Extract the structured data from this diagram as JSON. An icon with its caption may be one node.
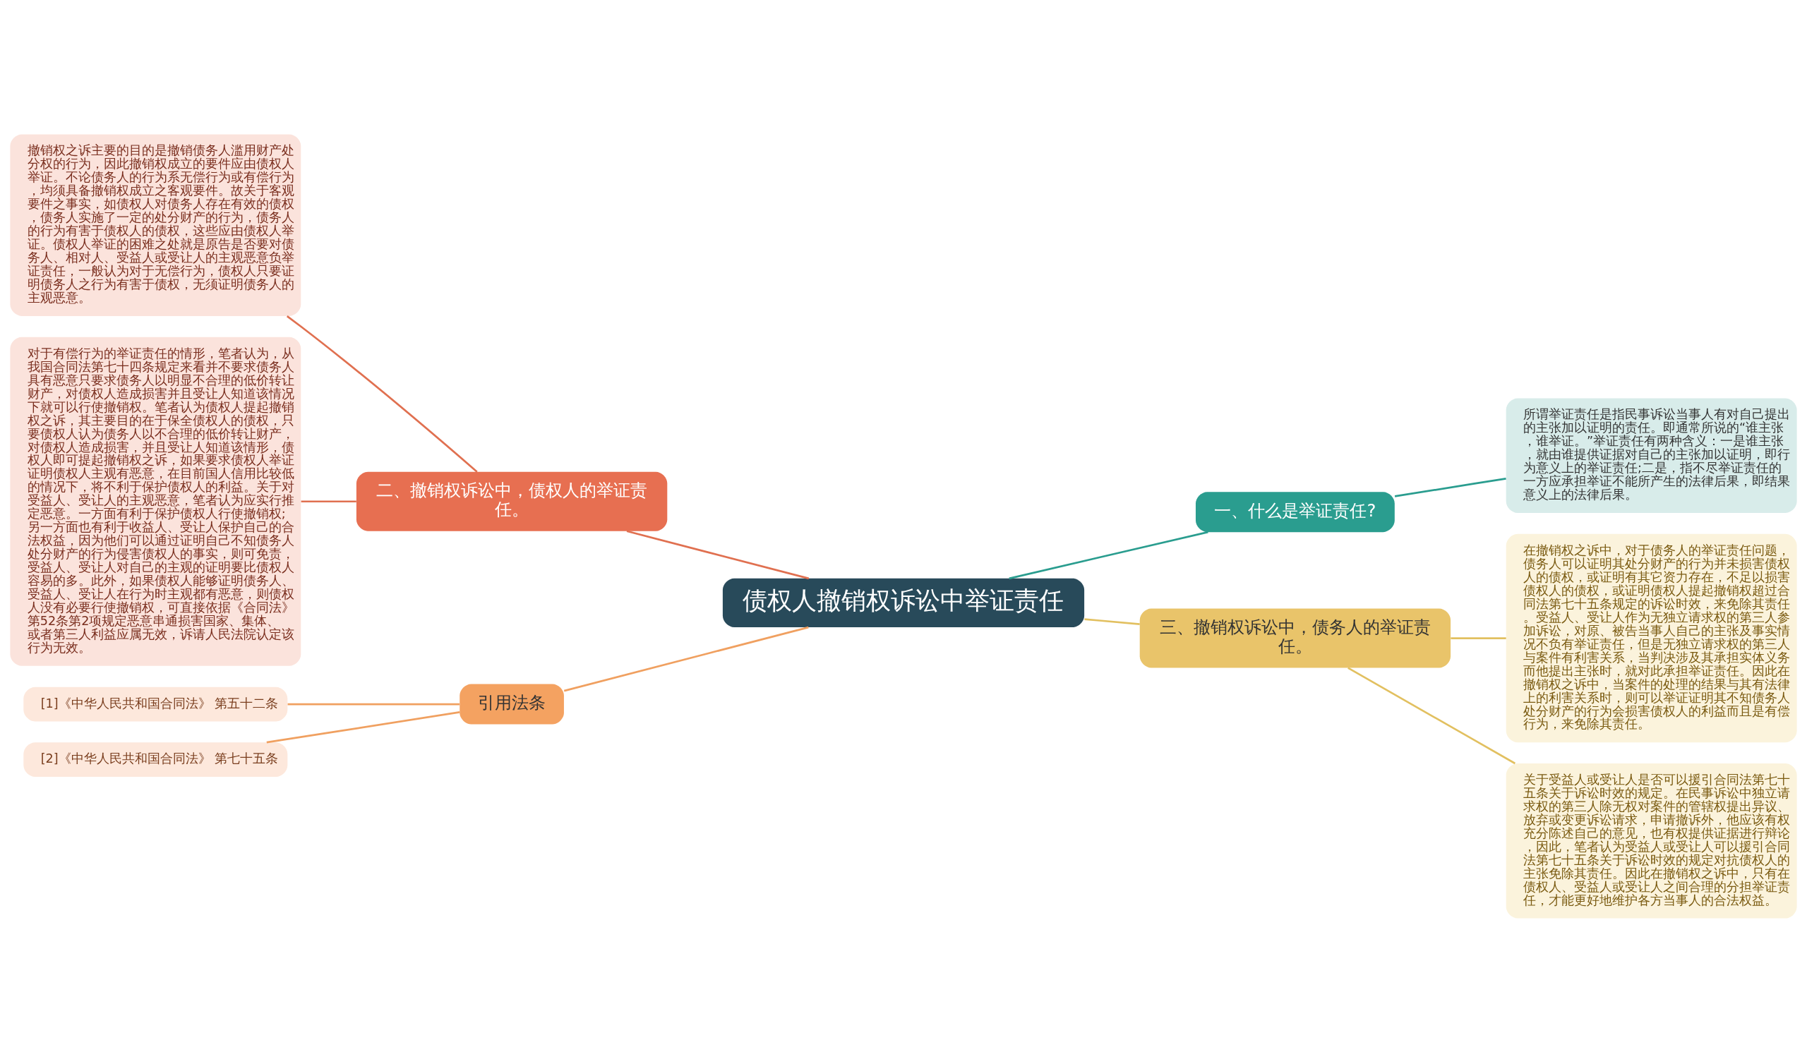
{
  "diagram": {
    "nodes": [
      {
        "text": [
          "债权人撤销权诉讼中举证责任"
        ]
      },
      {
        "text": [
          "一、什么是举证责任?"
        ]
      },
      {
        "text": [
          "所谓举证责任是指民事诉讼当事人有对自己提出的主张加以证明的责任。即通常所说的“谁主张，谁举证。”举证责任有两种含义：一是谁主张，就由谁提供证据对自己的主张加以证明，即行为意义上的举证责任;二是，指不尽举证责任的一方应承担举证不能所产生的法律后果，即结果意义上的法律后果。"
        ]
      },
      {
        "text": [
          "二、撤销权诉讼中，债权人的举证责任。"
        ]
      },
      {
        "text": [
          "撤销权之诉主要的目的是撤销债务人滥用财产处分权的行为，因此撤销权成立的要件应由债权人举证。不论债务人的行为系无偿行为或有偿行为，均须具备撤销权成立之客观要件。故关于客观要件之事实，如债权人对债务人存在有效的债权，债务人实施了一定的处分财产的行为，债务人的行为有害于债权人的债权，这些应由债权人举证。债权人举证的困难之处就是原告是否要对债务人、相对人、受益人或受让人的主观恶意负举证责任，一般认为对于无偿行为，债权人只要证明债务人之行为有害于债权，无须证明债务人的主观恶意。"
        ]
      },
      {
        "text": [
          "对于有偿行为的举证责任的情形，笔者认为，从我国合同法第七十四条规定来看并不要求债务人具有恶意只要求债务人以明显不合理的低价转让财产，对债权人造成损害并且受让人知道该情况下就可以行使撤销权。笔者认为债权人提起撤销权之诉，其主要目的在于保全债权人的债权，只要债权人认为债务人以不合理的低价转让财产，对债权人造成损害，并且受让人知道该情形，债权人即可提起撤销权之诉，如果要求债权人举证证明债权人主观有恶意，在目前国人信用比较低的情况下，将不利于保护债权人的利益。关于对受益人、受让人的主观恶意，笔者认为应实行推定恶意。一方面有利于保护债权人行使撤销权;另一方面也有利于收益人、受让人保护自己的合法权益，因为他们可以通过证明自己不知债务人处分财产的行为侵害债权人的事实，则可免责，受益人、受让人对自己的主观的证明要比债权人容易的多。此外，如果债权人能够证明债务人、受益人、受让人在行为时主观都有恶意，则债权人没有必要行使撤销权，可直接依据《合同法》第52条第2项规定恶意串通损害国家、集体、或者第三人利益应属无效，诉请人民法院认定该行为无效。"
        ]
      },
      {
        "text": [
          "三、撤销权诉讼中，债务人的举证责任。"
        ]
      },
      {
        "text": [
          "在撤销权之诉中，对于债务人的举证责任问题，债务人可以证明其处分财产的行为并未损害债权人的债权，或证明有其它资力存在，不足以损害债权人的债权，或证明债权人提起撤销权超过合同法第七十五条规定的诉讼时效，来免除其责任。受益人、受让人作为无独立请求权的第三人参加诉讼，对原、被告当事人自己的主张及事实情况不负有举证责任，但是无独立请求权的第三人与案件有利害关系，当判决涉及其承担实体义务而他提出主张时，就对此承担举证责任。因此在撤销权之诉中，当案件的处理的结果与其有法律上的利害关系时，则可以举证证明其不知债务人处分财产的行为会损害债权人的利益而且是有偿行为，来免除其责任。"
        ]
      },
      {
        "text": [
          "关于受益人或受让人是否可以援引合同法第七十五条关于诉讼时效的规定。在民事诉讼中独立请求权的第三人除无权对案件的管辖权提出异议、放弃或变更诉讼请求，申请撤诉外，他应该有权充分陈述自己的意见，也有权提供证据进行辩论，因此，笔者认为受益人或受让人可以援引合同法第七十五条关于诉讼时效的规定对抗债权人的主张免除其责任。因此在撤销权之诉中，只有在债权人、受益人或受让人之间合理的分担举证责任，才能更好地维护各方当事人的合法权益。"
        ]
      },
      {
        "text": [
          "引用法条"
        ]
      },
      {
        "text": [
          "[1]《中华人民共和国合同法》 第五十二条"
        ]
      },
      {
        "text": [
          "[2]《中华人民共和国合同法》 第七十五条"
        ]
      }
    ],
    "edges": [
      {
        "from": 0,
        "to": 1,
        "arrow": "none",
        "color": "#2a9d8f"
      },
      {
        "from": 1,
        "to": 2,
        "arrow": "none",
        "color": "#2a9d8f"
      },
      {
        "from": 0,
        "to": 3,
        "arrow": "none",
        "color": "#e07050"
      },
      {
        "from": 3,
        "to": 4,
        "arrow": "none",
        "color": "#e07050"
      },
      {
        "from": 3,
        "to": 5,
        "arrow": "none",
        "color": "#e07050"
      },
      {
        "from": 0,
        "to": 6,
        "arrow": "none",
        "color": "#e2c060"
      },
      {
        "from": 6,
        "to": 7,
        "arrow": "none",
        "color": "#e2c060"
      },
      {
        "from": 6,
        "to": 8,
        "arrow": "none",
        "color": "#e2c060"
      },
      {
        "from": 0,
        "to": 9,
        "arrow": "none",
        "color": "#f0a060"
      },
      {
        "from": 9,
        "to": 10,
        "arrow": "none",
        "color": "#f0a060"
      },
      {
        "from": 9,
        "to": 11,
        "arrow": "none",
        "color": "#f0a060"
      }
    ]
  }
}
